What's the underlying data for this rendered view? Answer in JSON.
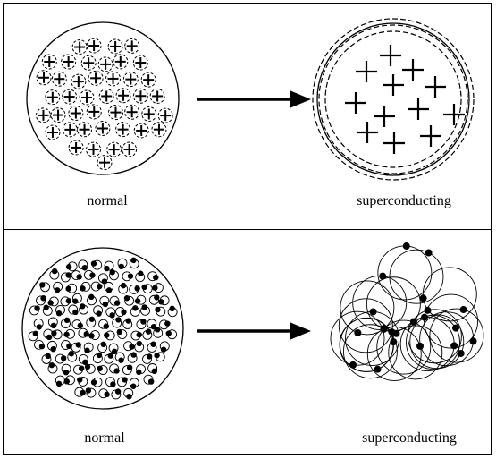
{
  "top_row": {
    "left_label": "normal",
    "right_label": "superconducting"
  },
  "bottom_row": {
    "left_label": "normal",
    "right_label": "superconducting"
  },
  "colors": {
    "ink": "#000000",
    "background": "#ffffff"
  }
}
